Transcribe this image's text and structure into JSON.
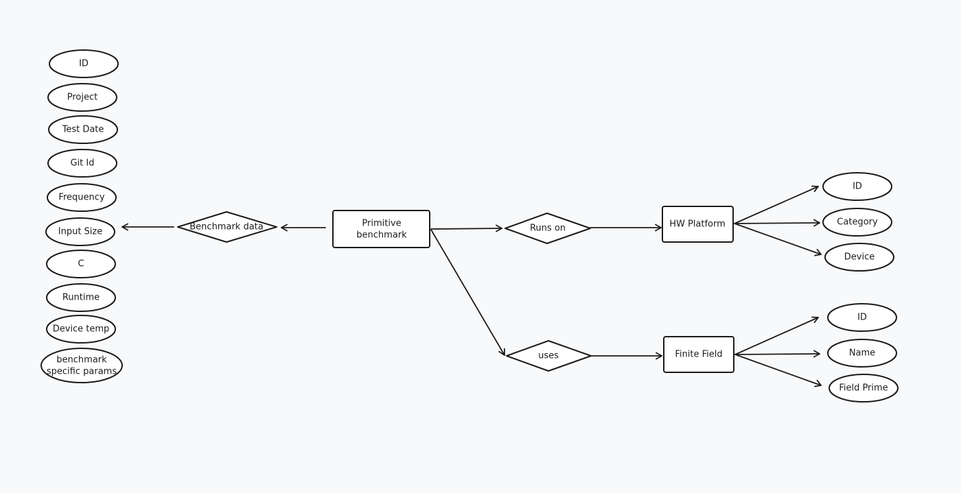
{
  "diagram": {
    "colors": {
      "background": "#f8f9fb",
      "stroke": "#1b1b1b",
      "fill": "#ffffff",
      "text": "#1b1b1b"
    },
    "entities": {
      "primitive_benchmark": "Primitive benchmark",
      "hw_platform": "HW Platform",
      "finite_field": "Finite Field"
    },
    "relationships": {
      "benchmark_data": "Benchmark data",
      "runs_on": "Runs on",
      "uses": "uses"
    },
    "attributes": {
      "benchmark_data": [
        "ID",
        "Project",
        "Test Date",
        "Git Id",
        "Frequency",
        "Input Size",
        "C",
        "Runtime",
        "Device temp",
        "benchmark specific params"
      ],
      "hw_platform": [
        "ID",
        "Category",
        "Device"
      ],
      "finite_field": [
        "ID",
        "Name",
        "Field Prime"
      ]
    }
  }
}
